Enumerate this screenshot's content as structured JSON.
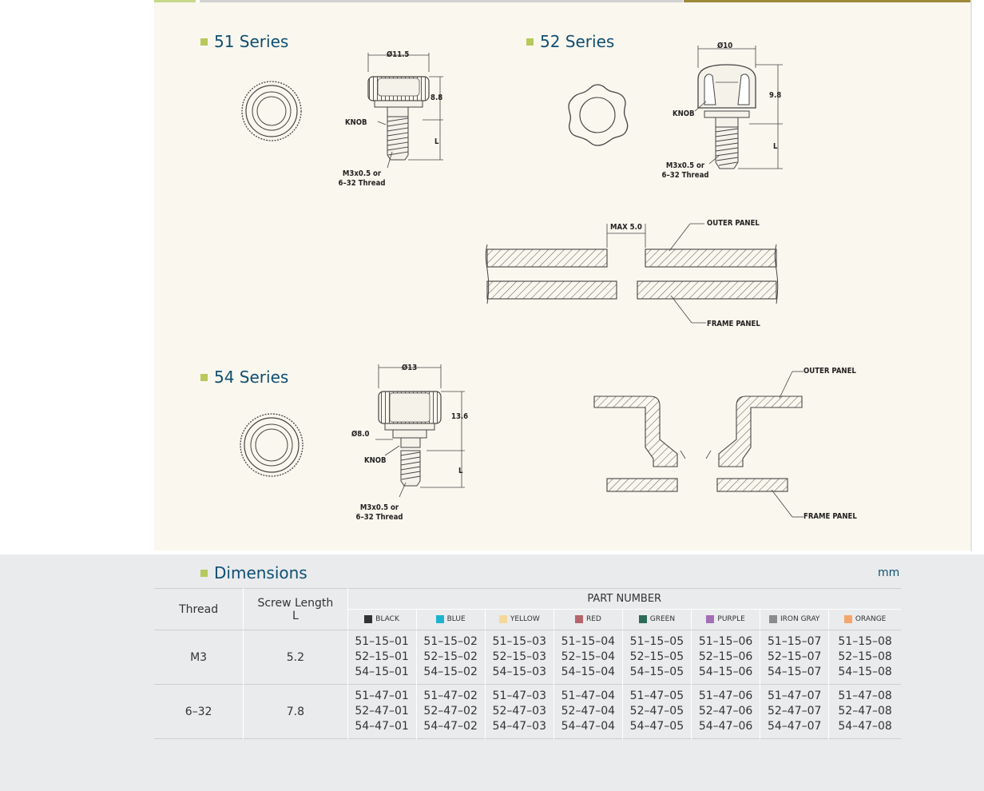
{
  "series": [
    {
      "title": "51 Series",
      "dia": "Ø11.5",
      "height": "8.8",
      "knob": "KNOB",
      "length": "L",
      "thread": [
        "M3x0.5 or",
        "6–32 Thread"
      ]
    },
    {
      "title": "52 Series",
      "dia": "Ø10",
      "height": "9.8",
      "knob": "KNOB",
      "length": "L",
      "thread": [
        "M3x0.5 or",
        "6–32 Thread"
      ]
    },
    {
      "title": "54 Series",
      "dia": "Ø13",
      "inner_dia": "Ø8.0",
      "height": "13.6",
      "knob": "KNOB",
      "length": "L",
      "thread": [
        "M3x0.5 or",
        "6–32 Thread"
      ]
    }
  ],
  "panel_diagram": {
    "max": "MAX 5.0",
    "outer": "OUTER PANEL",
    "frame": "FRAME PANEL"
  },
  "panel_diagram2": {
    "outer": "OUTER PANEL",
    "frame": "FRAME PANEL"
  },
  "dimensions": {
    "title": "Dimensions",
    "unit": "mm",
    "headers": {
      "thread": "Thread",
      "screw_length": "Screw Length",
      "screw_length_sub": "L",
      "part_number": "PART NUMBER"
    },
    "colors": [
      {
        "name": "BLACK",
        "hex": "#333333"
      },
      {
        "name": "BLUE",
        "hex": "#1fb3cf"
      },
      {
        "name": "YELLOW",
        "hex": "#f7d89a"
      },
      {
        "name": "RED",
        "hex": "#b5666c"
      },
      {
        "name": "GREEN",
        "hex": "#2d6b59"
      },
      {
        "name": "PURPLE",
        "hex": "#a46fb6"
      },
      {
        "name": "IRON GRAY",
        "hex": "#8c8c8c"
      },
      {
        "name": "ORANGE",
        "hex": "#f4a66e"
      }
    ],
    "rows": [
      {
        "thread": "M3",
        "length": "5.2",
        "parts": [
          [
            "51–15–01",
            "52–15–01",
            "54–15–01"
          ],
          [
            "51–15–02",
            "52–15–02",
            "54–15–02"
          ],
          [
            "51–15–03",
            "52–15–03",
            "54–15–03"
          ],
          [
            "51–15–04",
            "52–15–04",
            "54–15–04"
          ],
          [
            "51–15–05",
            "52–15–05",
            "54–15–05"
          ],
          [
            "51–15–06",
            "52–15–06",
            "54–15–06"
          ],
          [
            "51–15–07",
            "52–15–07",
            "54–15–07"
          ],
          [
            "51–15–08",
            "52–15–08",
            "54–15–08"
          ]
        ]
      },
      {
        "thread": "6–32",
        "length": "7.8",
        "parts": [
          [
            "51–47–01",
            "52–47–01",
            "54–47–01"
          ],
          [
            "51–47–02",
            "52–47–02",
            "54–47–02"
          ],
          [
            "51–47–03",
            "52–47–03",
            "54–47–03"
          ],
          [
            "51–47–04",
            "52–47–04",
            "54–47–04"
          ],
          [
            "51–47–05",
            "52–47–05",
            "54–47–05"
          ],
          [
            "51–47–06",
            "52–47–06",
            "54–47–06"
          ],
          [
            "51–47–07",
            "52–47–07",
            "54–47–07"
          ],
          [
            "51–47–08",
            "52–47–08",
            "54–47–08"
          ]
        ]
      }
    ]
  }
}
